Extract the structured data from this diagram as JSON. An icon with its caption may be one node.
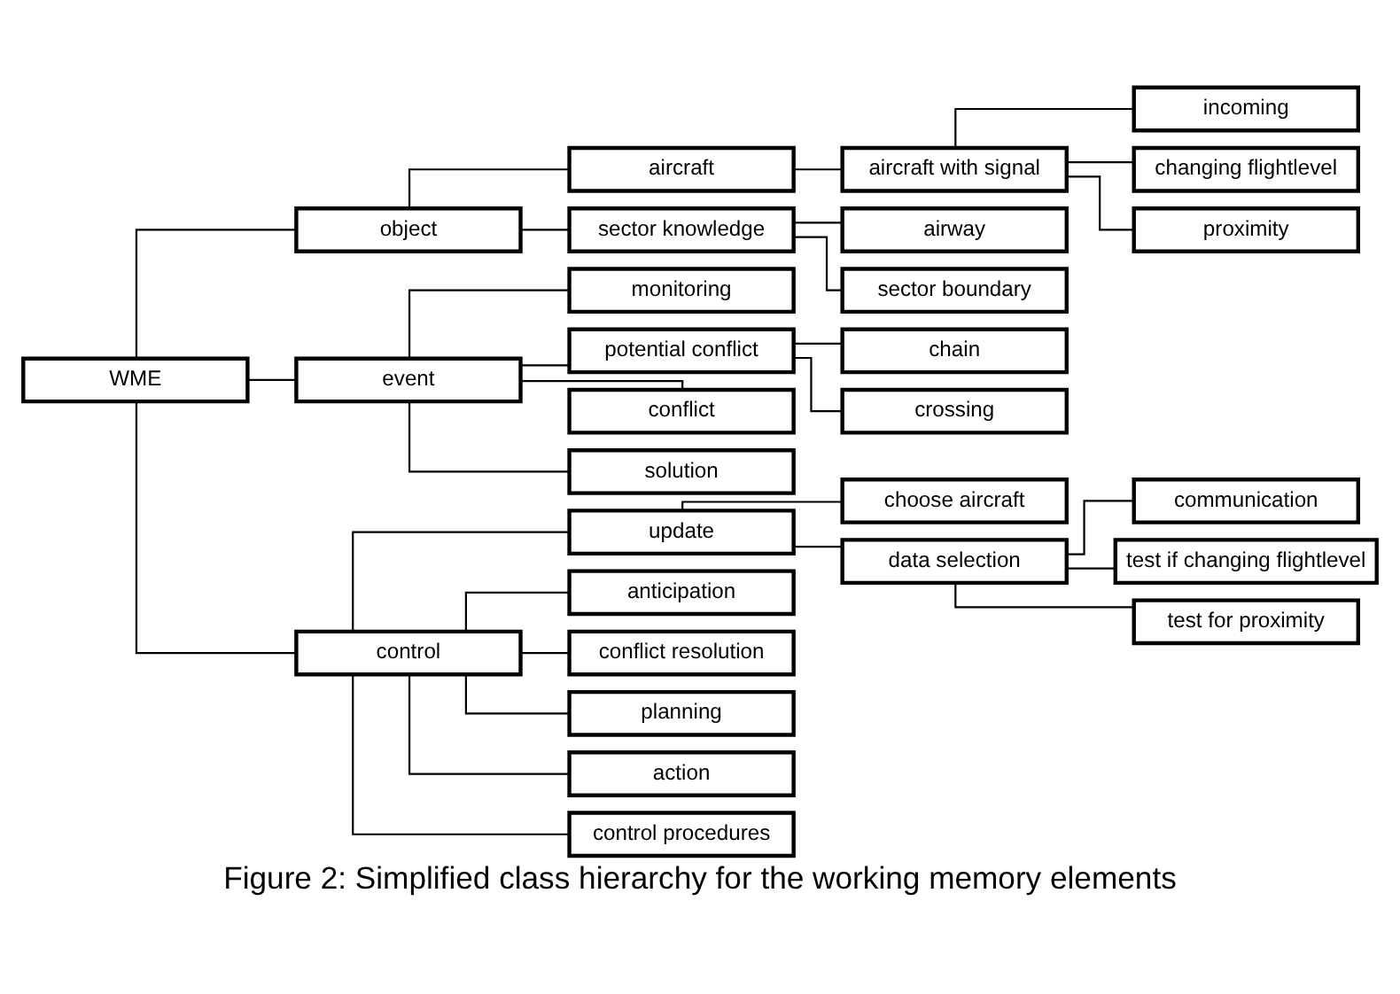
{
  "diagram": {
    "caption": "Figure 2: Simplified class hierarchy for the working memory elements",
    "nodes": [
      {
        "text": [
          "WME"
        ]
      },
      {
        "text": [
          "object"
        ]
      },
      {
        "text": [
          "aircraft"
        ]
      },
      {
        "text": [
          "aircraft with signal"
        ]
      },
      {
        "text": [
          "incoming"
        ]
      },
      {
        "text": [
          "changing flightlevel"
        ]
      },
      {
        "text": [
          "proximity"
        ]
      },
      {
        "text": [
          "sector knowledge"
        ]
      },
      {
        "text": [
          "airway"
        ]
      },
      {
        "text": [
          "sector boundary"
        ]
      },
      {
        "text": [
          "event"
        ]
      },
      {
        "text": [
          "monitoring"
        ]
      },
      {
        "text": [
          "potential conflict"
        ]
      },
      {
        "text": [
          "chain"
        ]
      },
      {
        "text": [
          "crossing"
        ]
      },
      {
        "text": [
          "conflict"
        ]
      },
      {
        "text": [
          "solution"
        ]
      },
      {
        "text": [
          "control"
        ]
      },
      {
        "text": [
          "update"
        ]
      },
      {
        "text": [
          "choose aircraft"
        ]
      },
      {
        "text": [
          "data selection"
        ]
      },
      {
        "text": [
          "communication"
        ]
      },
      {
        "text": [
          "test if changing flightlevel"
        ]
      },
      {
        "text": [
          "test for proximity"
        ]
      },
      {
        "text": [
          "anticipation"
        ]
      },
      {
        "text": [
          "conflict resolution"
        ]
      },
      {
        "text": [
          "planning"
        ]
      },
      {
        "text": [
          "action"
        ]
      },
      {
        "text": [
          "control procedures"
        ]
      }
    ],
    "edges": [
      {
        "from": 0,
        "to": 1,
        "arrow": "none"
      },
      {
        "from": 0,
        "to": 10,
        "arrow": "none"
      },
      {
        "from": 0,
        "to": 17,
        "arrow": "none"
      },
      {
        "from": 1,
        "to": 2,
        "arrow": "none"
      },
      {
        "from": 1,
        "to": 7,
        "arrow": "none"
      },
      {
        "from": 2,
        "to": 3,
        "arrow": "none"
      },
      {
        "from": 3,
        "to": 4,
        "arrow": "none"
      },
      {
        "from": 3,
        "to": 5,
        "arrow": "none"
      },
      {
        "from": 3,
        "to": 6,
        "arrow": "none"
      },
      {
        "from": 7,
        "to": 8,
        "arrow": "none"
      },
      {
        "from": 7,
        "to": 9,
        "arrow": "none"
      },
      {
        "from": 10,
        "to": 11,
        "arrow": "none"
      },
      {
        "from": 10,
        "to": 12,
        "arrow": "none"
      },
      {
        "from": 10,
        "to": 15,
        "arrow": "none"
      },
      {
        "from": 10,
        "to": 16,
        "arrow": "none"
      },
      {
        "from": 12,
        "to": 13,
        "arrow": "none"
      },
      {
        "from": 12,
        "to": 14,
        "arrow": "none"
      },
      {
        "from": 17,
        "to": 18,
        "arrow": "none"
      },
      {
        "from": 17,
        "to": 24,
        "arrow": "none"
      },
      {
        "from": 17,
        "to": 25,
        "arrow": "none"
      },
      {
        "from": 17,
        "to": 26,
        "arrow": "none"
      },
      {
        "from": 17,
        "to": 27,
        "arrow": "none"
      },
      {
        "from": 17,
        "to": 28,
        "arrow": "none"
      },
      {
        "from": 18,
        "to": 19,
        "arrow": "none"
      },
      {
        "from": 18,
        "to": 20,
        "arrow": "none"
      },
      {
        "from": 20,
        "to": 21,
        "arrow": "none"
      },
      {
        "from": 20,
        "to": 22,
        "arrow": "none"
      },
      {
        "from": 20,
        "to": 23,
        "arrow": "none"
      }
    ]
  }
}
